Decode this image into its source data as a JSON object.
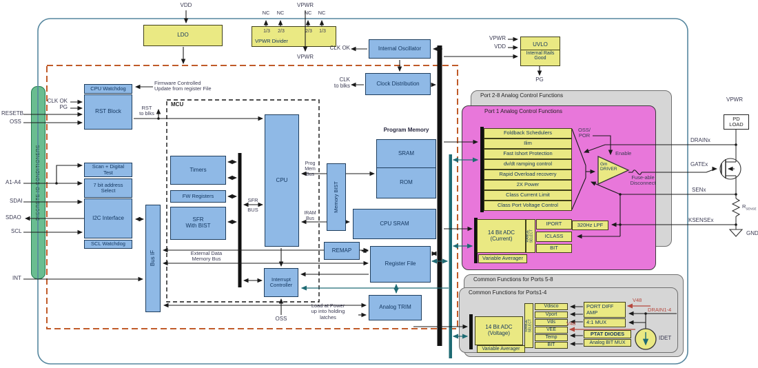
{
  "colors": {
    "blue_box": "#8fb9e6",
    "yellow_box": "#eae983",
    "green_bar": "#6abd90",
    "pink_region": "#e877da",
    "gray_region": "#d6d6d6",
    "teal_bus": "#1f6b74",
    "black_bus": "#111111",
    "red_text": "#b5473d",
    "outer_border": "#55869e",
    "chip_dashed": "#c05a28"
  },
  "top": {
    "vdd": "VDD",
    "ldo": "LDO",
    "vpwr": "VPWR",
    "nc": [
      "NC",
      "NC",
      "NC",
      "NC"
    ],
    "taps": [
      "1/3",
      "2/3",
      "2/3",
      "1/3"
    ],
    "divider": "VPWR Divider",
    "vpwr_out": "VPWR"
  },
  "clock": {
    "clk_ok": "CLK OK",
    "osc": "Internal Oscillator",
    "dist": "Clock Distribution",
    "clk_to_blks": "CLK\nto blks"
  },
  "uvlo": {
    "vpwr": "VPWR",
    "vdd": "VDD",
    "title": "UVLO",
    "rails": "Internal Rails\nGood",
    "pg": "PG"
  },
  "left": {
    "conditioner": "DISCRETE IO CONDITIONERS",
    "clk_ok": "CLK OK",
    "pg": "PG",
    "resetb": "RESETB",
    "oss": "OSS",
    "a1a4": "A1-A4",
    "sdai": "SDAI",
    "sdao": "SDAO",
    "scl": "SCL",
    "int": "INT",
    "cpu_watchdog": "CPU Watchdog",
    "rst_block": "RST Block",
    "firmware_note": "Firmware Controlled\nUpdate from register File",
    "rst_to_blks": "RST\nto blks",
    "scan": "Scan + Digital\nTest",
    "addr": "7 bit address\nSelect",
    "i2c": "I2C Interface",
    "scl_wd": "SCL Watchdog",
    "bus_if": "Bus IF"
  },
  "mcu": {
    "title": "MCU",
    "timers": "Timers",
    "fw_regs": "FW Registers",
    "sfr_bist": "SFR\nWith BIST",
    "cpu": "CPU",
    "sfr": "SFR",
    "bus": "BUS",
    "prog_mem_bus": "Prog\nMem\nBus",
    "iram_bus": "IRAM\nBus",
    "ext_bus": "External Data\nMemory Bus",
    "irq": "Interrupt\nController",
    "oss": "OSS"
  },
  "mem": {
    "bist": "Memory BIST",
    "prog": "Program Memory",
    "sram": "SRAM",
    "rom": "ROM",
    "cpu_sram": "CPU SRAM",
    "remap": "REMAP",
    "regfile": "Register File",
    "trim": "Analog TRIM",
    "load_note": "Load at Power\nup into holding\nlatches"
  },
  "ports": {
    "p28": "Port 2-8 Analog Control Functions",
    "p1": "Port 1 Analog Control Functions",
    "fns": [
      "Foldback Schedulers",
      "Ilim",
      "Fast Ishort Protection",
      "dv/dt ramping control",
      "Rapid Overload recovery",
      "2X Power",
      "Class Current Limit",
      "Class Port Voltage Control"
    ],
    "oss_por": "OSS/\nPOR",
    "enable": "Enable",
    "gm": "Gm\nDRIVER",
    "fuse": "Fuse-able\nDisconnect",
    "adc_i": "14 Bit ADC\n(Current)",
    "range": "RANGE\nSELECT",
    "iport": "IPORT",
    "iclass": "ICLASS",
    "bit": "BIT",
    "lpf": "320Hz LPF",
    "avg": "Variable Averager"
  },
  "common": {
    "p58": "Common Functions for Ports 5-8",
    "p14": "Common Functions for Ports1-4",
    "adc_v": "14 Bit ADC\n(Voltage)",
    "range": "RANGE\nSELECT",
    "rows": [
      "Vdisco",
      "Vport",
      "Vds",
      "VEE",
      "Temp",
      "BIT"
    ],
    "pdiff": "PORT DIFF\nAMP",
    "mux": "4:1 MUX",
    "ptat": "PTAT DIODES",
    "abm": "Analog BIT MUX",
    "idet": "IDET",
    "v48": "V48",
    "drain": "DRAIN1-4",
    "avg": "Variable Averager"
  },
  "ext": {
    "vpwr": "VPWR",
    "pd_load": "PD\nLOAD",
    "drainx": "DRAINx",
    "gatex": "GATEx",
    "senx": "SENx",
    "ksensex": "KSENSEx",
    "r": "R",
    "r_sub": "SENSE",
    "gnd": "GND"
  }
}
